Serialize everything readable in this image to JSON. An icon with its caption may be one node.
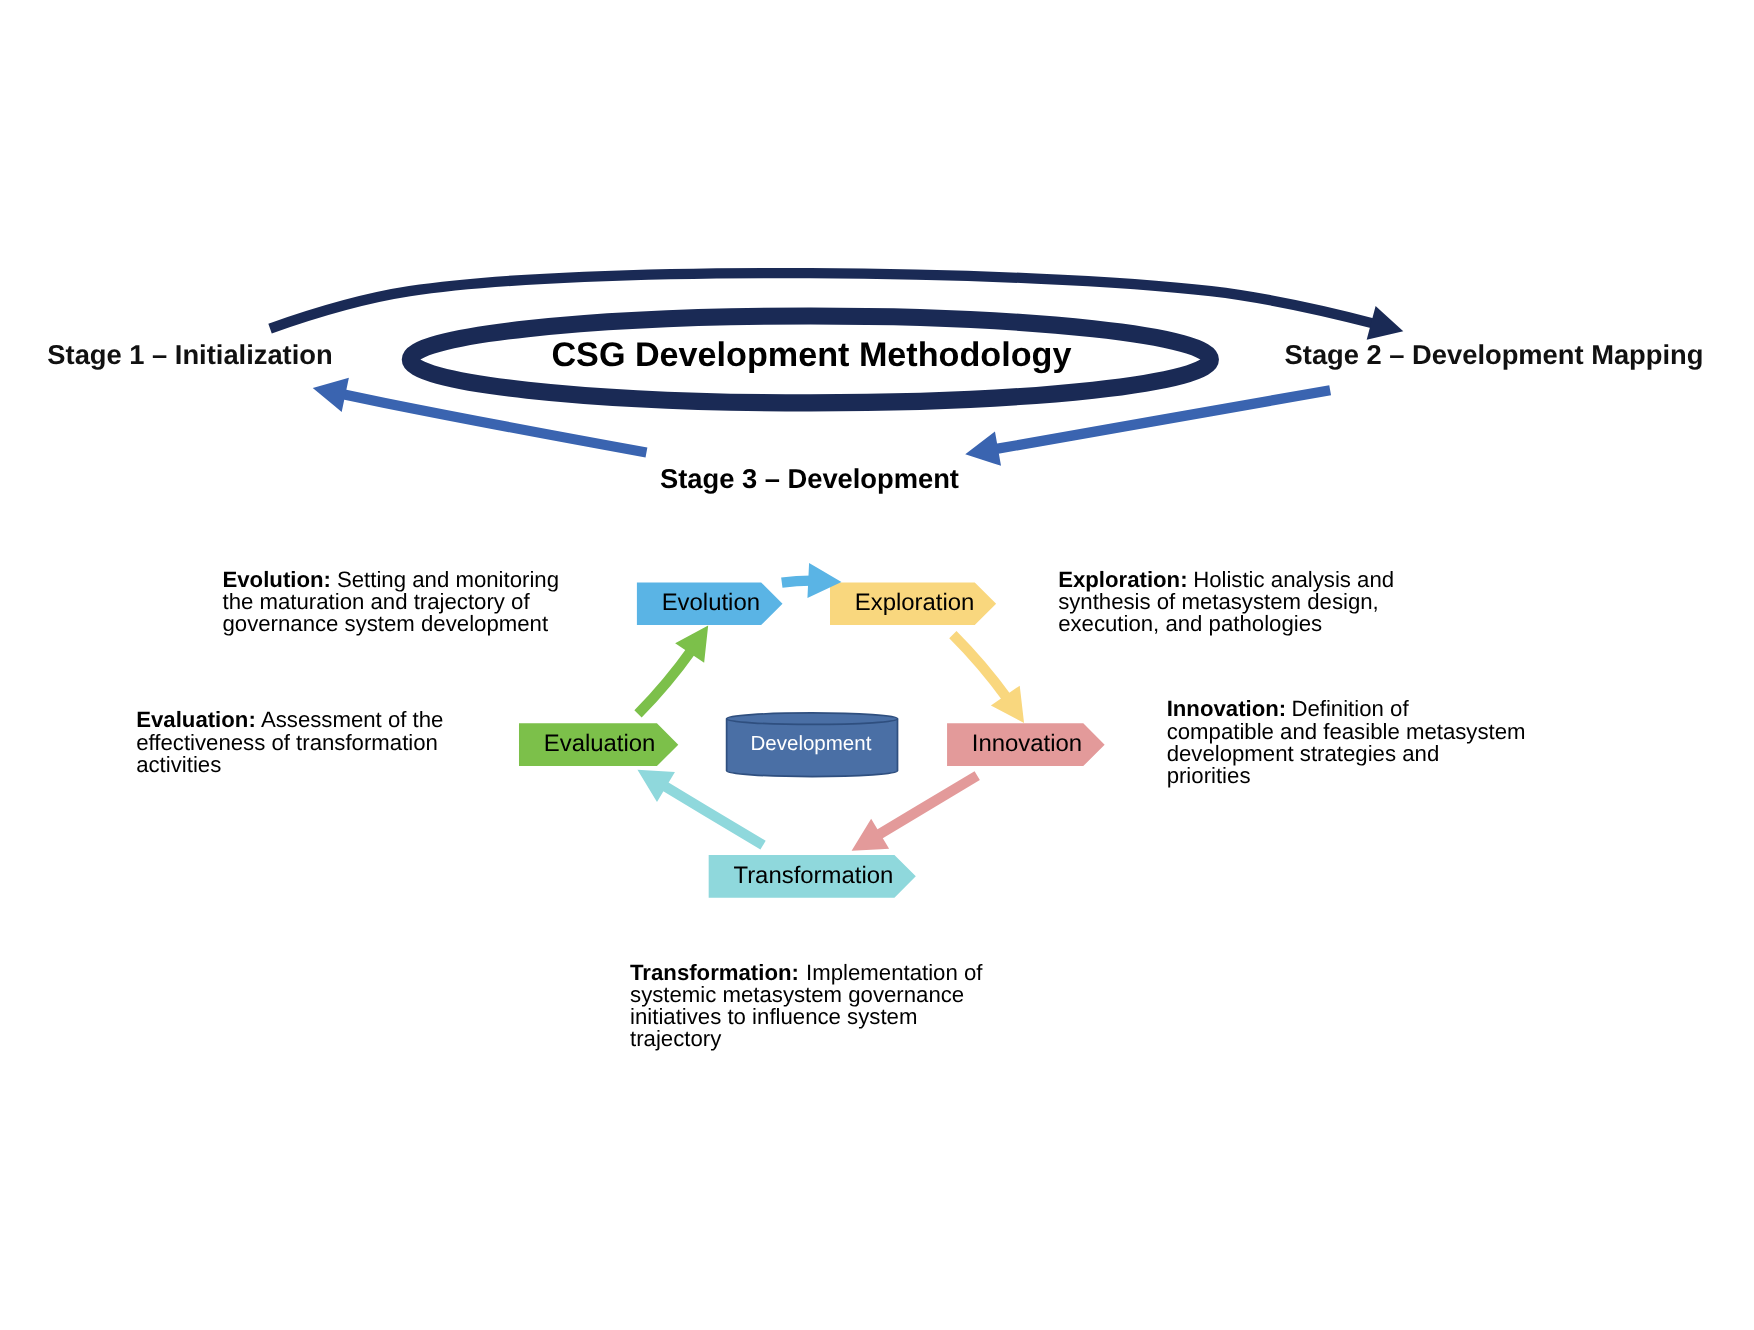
{
  "diagram": {
    "nodes": [
      {
        "text": [
          "Stage 1 – Initialization"
        ]
      },
      {
        "text": [
          "Stage 2 – Development Mapping"
        ]
      },
      {
        "text": [
          "CSG Development Methodology"
        ]
      },
      {
        "text": [
          "Stage 3 – Development"
        ]
      },
      {
        "text": [
          "Evolution"
        ],
        "beside": [
          "**Evolution:** Setting and monitoring the maturation and trajectory of governance system development"
        ]
      },
      {
        "text": [
          "Exploration"
        ],
        "beside": [
          "**Exploration:** Holistic analysis and synthesis of metasystem design, execution, and pathologies"
        ]
      },
      {
        "text": [
          "Innovation"
        ],
        "beside": [
          "**Innovation:** Definition of compatible and feasible metasystem development strategies and priorities"
        ]
      },
      {
        "text": [
          "Transformation"
        ],
        "beside": [
          "**Transformation:** Implementation of systemic metasystem governance initiatives to influence system trajectory"
        ]
      },
      {
        "text": [
          "Evaluation"
        ],
        "beside": [
          "**Evaluation:** Assessment of the effectiveness of transformation activities"
        ]
      },
      {
        "text": [
          "Development"
        ]
      }
    ],
    "edges": [
      {
        "from": 0,
        "to": 1,
        "arrow": "to",
        "color": "#1a2a55"
      },
      {
        "from": 1,
        "to": 3,
        "arrow": "to",
        "color": "#3a64b0"
      },
      {
        "from": 3,
        "to": 0,
        "arrow": "to",
        "color": "#3a64b0"
      },
      {
        "from": 4,
        "to": 5,
        "arrow": "to",
        "color": "#5ab4e5"
      },
      {
        "from": 5,
        "to": 6,
        "arrow": "to",
        "color": "#f9d77e"
      },
      {
        "from": 6,
        "to": 7,
        "arrow": "to",
        "color": "#e39a9a"
      },
      {
        "from": 7,
        "to": 8,
        "arrow": "to",
        "color": "#8fd8dc"
      },
      {
        "from": 8,
        "to": 4,
        "arrow": "to",
        "color": "#7cc04a"
      }
    ]
  }
}
